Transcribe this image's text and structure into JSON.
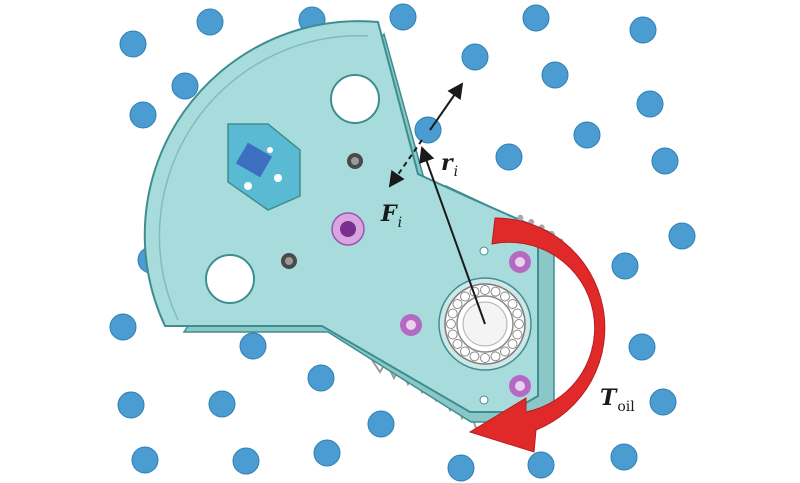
{
  "labels": {
    "radius": {
      "symbol": "r",
      "subscript": "i"
    },
    "force": {
      "symbol": "F",
      "subscript": "i"
    },
    "torque": {
      "symbol": "T",
      "subscript": "oil"
    }
  },
  "colors": {
    "oil_droplet": "#4a9cd1",
    "droplet_edge": "#2f7fb6",
    "plate_fill": "#a8dcdc",
    "plate_edge": "#3d8e91",
    "plate_dark": "#8cc7c8",
    "torque_arrow": "#e02a2a",
    "bolt_purple": "#b46ac3",
    "gear_outline": "#9a9a9a",
    "text": "#1a1a1a"
  },
  "icons": [
    "oil-droplet-icon",
    "bolt-icon",
    "bearing-icon",
    "chip-icon",
    "torque-arrow-icon"
  ]
}
